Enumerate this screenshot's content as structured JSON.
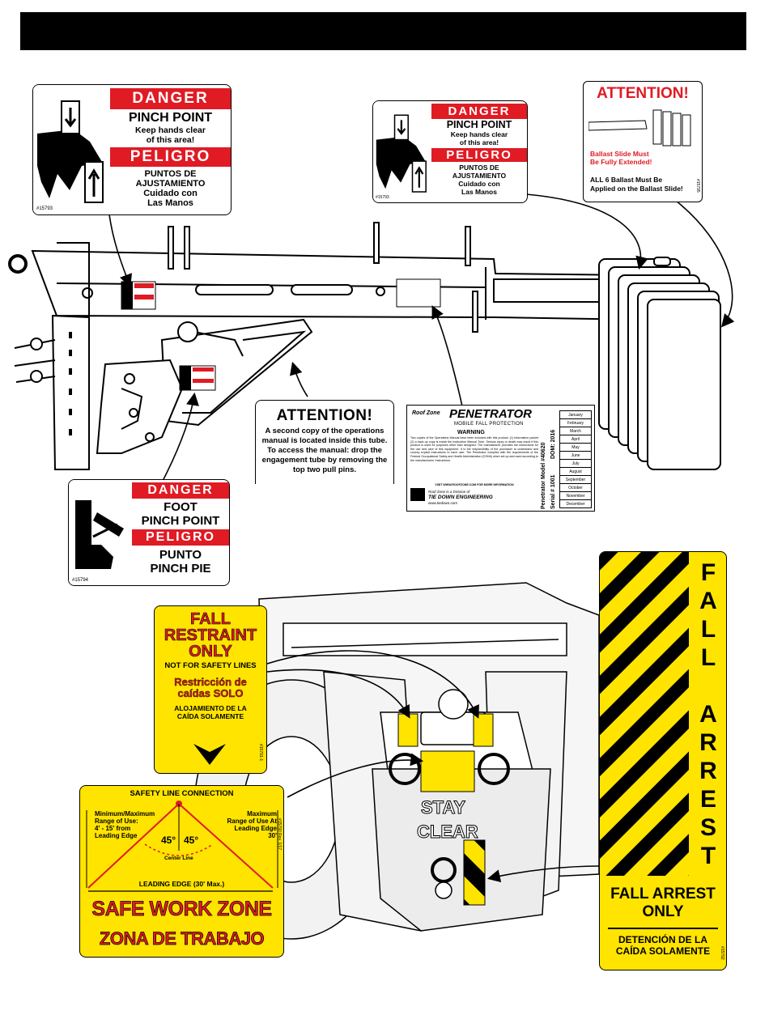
{
  "danger_label_large": {
    "danger": "DANGER",
    "line1": "PINCH POINT",
    "line2": "Keep hands clear",
    "line3": "of this area!",
    "peligro": "PELIGRO",
    "es1": "PUNTOS DE",
    "es2": "AJUSTAMIENTO",
    "es3": "Cuidado con",
    "es4": "Las Manos",
    "code": "#15793"
  },
  "danger_label_small": {
    "danger": "DANGER",
    "line1": "PINCH POINT",
    "line2": "Keep hands clear",
    "line3": "of this area!",
    "peligro": "PELIGRO",
    "es1": "PUNTOS DE",
    "es2": "AJUSTAMIENTO",
    "es3": "Cuidado con",
    "es4": "Las Manos",
    "code": "#15793"
  },
  "ballast_attention": {
    "title": "ATTENTION!",
    "line1": "Ballast Slide Must",
    "line2": "Be Fully Extended!",
    "line3": "ALL 6 Ballast Must Be",
    "line4": "Applied on the Ballast Slide!",
    "code": "#15795"
  },
  "manual_attention": {
    "title": "ATTENTION!",
    "body": "A second copy of the operations manual is located inside this tube. To access the manual: drop the engagement tube by removing the top two pull pins."
  },
  "penetrator_label": {
    "brand": "PENETRATOR",
    "subtitle": "MOBILE FALL PROTECTION",
    "roof_zone": "Roof Zone",
    "warning": "WARNING",
    "body": "Two copies of the Operations Manual have been included with this product: (1) Information packet (2) a back up copy is inside the Instruction Manual Tube. Serious injury or death may result if this product is used for purposes other than designed. The manufacturer provides the instructions for the use and care of this equipment. It is the responsibility of the purchaser to understand and convey explicit instructions to each user. The Penetrator complies with the requirements of the Federal Occupational Safety and Health Administration (OSHA) when set up and used according to the manufacturers' instructions.",
    "visit": "VISIT WWW.ROOFZONE.COM FOR MORE INFORMATION",
    "division": "Roof Zone is a Division of",
    "company": "TIE DOWN ENGINEERING",
    "url": "www.tiedown.com",
    "model": "Penetrator Model #40620",
    "serial": "Serial # 1001",
    "dom": "DOM: 2016",
    "months": [
      "January",
      "February",
      "March",
      "April",
      "May",
      "June",
      "July",
      "August",
      "September",
      "October",
      "November",
      "December"
    ]
  },
  "foot_danger": {
    "danger": "DANGER",
    "line1": "FOOT",
    "line2": "PINCH POINT",
    "peligro": "PELIGRO",
    "es1": "PUNTO",
    "es2": "PINCH PIE",
    "code": "#15794"
  },
  "fall_restraint": {
    "l1": "FALL",
    "l2": "RESTRAINT",
    "l3": "ONLY",
    "l4": "NOT FOR SAFETY LINES",
    "es1": "Restricción de",
    "es2": "caídas SOLO",
    "es3": "ALOJAMIENTO DE LA",
    "es4": "CAÍDA SOLAMENTE",
    "code": "#15791-1"
  },
  "safety_line": {
    "title": "SAFETY LINE CONNECTION",
    "left1": "Minimum/Maximum",
    "left2": "Range of Use:",
    "left3": "4' - 15' from",
    "left4": "Leading Edge",
    "right1": "Maximum",
    "right2": "Range of Use At",
    "right3": "Leading Edge",
    "right4": "30'",
    "angle_left": "45°",
    "angle_right": "45°",
    "center_line": "Center Line",
    "leading_edge": "LEADING EDGE (30' Max.)",
    "zone_en": "SAFE WORK ZONE",
    "zone_es": "ZONA DE TRABAJO",
    "code": "#15790 Rev. 1/17"
  },
  "fall_arrest": {
    "vertical": [
      "F",
      "A",
      "L",
      "L",
      "",
      "A",
      "R",
      "R",
      "E",
      "S",
      "T"
    ],
    "l1": "FALL ARREST",
    "l2": "ONLY",
    "es1": "DETENCIÓN DE LA",
    "es2": "CAÍDA SOLAMENTE",
    "code": "#15792"
  },
  "stay_clear": {
    "line1": "STAY",
    "line2": "CLEAR"
  },
  "colors": {
    "danger_red": "#e01b24",
    "safety_yellow": "#ffe400",
    "black": "#000000"
  }
}
